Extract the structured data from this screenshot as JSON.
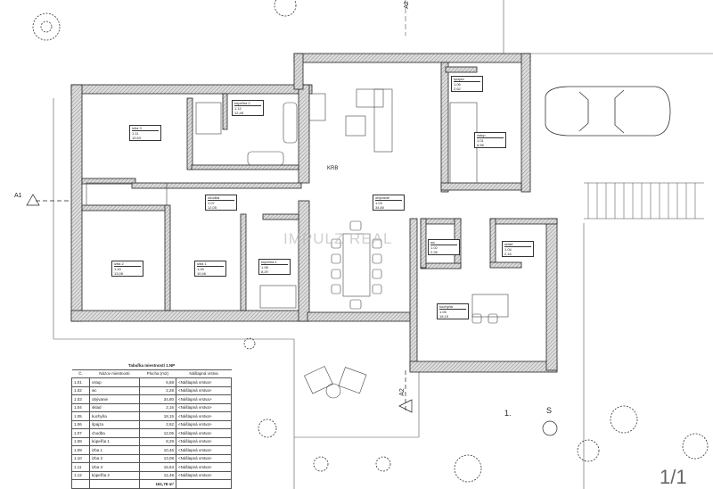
{
  "table": {
    "title": "Tabuľka miestností 1.NP",
    "headers": [
      "Č.",
      "Názov miestnosti",
      "Plocha (m2)",
      "Nášlapná vrstva"
    ],
    "rows": [
      {
        "no": "1.01",
        "name": "vstup",
        "area": "6,58",
        "floor": "<Nášlapná vrstva>"
      },
      {
        "no": "1.02",
        "name": "wc",
        "area": "2,28",
        "floor": "<Nášlapná vrstva>"
      },
      {
        "no": "1.03",
        "name": "obývanie",
        "area": "34,80",
        "floor": "<Nášlapná vrstva>"
      },
      {
        "no": "1.04",
        "name": "sklad",
        "area": "2,16",
        "floor": "<Nášlapná vrstva>"
      },
      {
        "no": "1.05",
        "name": "kuchyňa",
        "area": "18,15",
        "floor": "<Nášlapná vrstva>"
      },
      {
        "no": "1.06",
        "name": "špajza",
        "area": "2,62",
        "floor": "<Nášlapná vrstva>"
      },
      {
        "no": "1.07",
        "name": "chodba",
        "area": "12,05",
        "floor": "<Nášlapná vrstva>"
      },
      {
        "no": "1.08",
        "name": "kúpeľňa 1",
        "area": "8,29",
        "floor": "<Nášlapná vrstva>"
      },
      {
        "no": "1.09",
        "name": "izba 1",
        "area": "10,46",
        "floor": "<Nášlapná vrstva>"
      },
      {
        "no": "1.10",
        "name": "izba 2",
        "area": "13,08",
        "floor": "<Nášlapná vrstva>"
      },
      {
        "no": "1.11",
        "name": "izba 3",
        "area": "15,63",
        "floor": "<Nášlapná vrstva>"
      },
      {
        "no": "1.12",
        "name": "kúpeľňa 2",
        "area": "12,48",
        "floor": "<Nášlapná vrstva>"
      }
    ],
    "total": "161,78 m²"
  },
  "labels": {
    "fireplace": "KRB",
    "section_a1": "A1",
    "section_a2": "A2",
    "plot_number": "1.",
    "north": "S",
    "sheet": "1/1",
    "watermark": "IMPULZ REAL"
  }
}
